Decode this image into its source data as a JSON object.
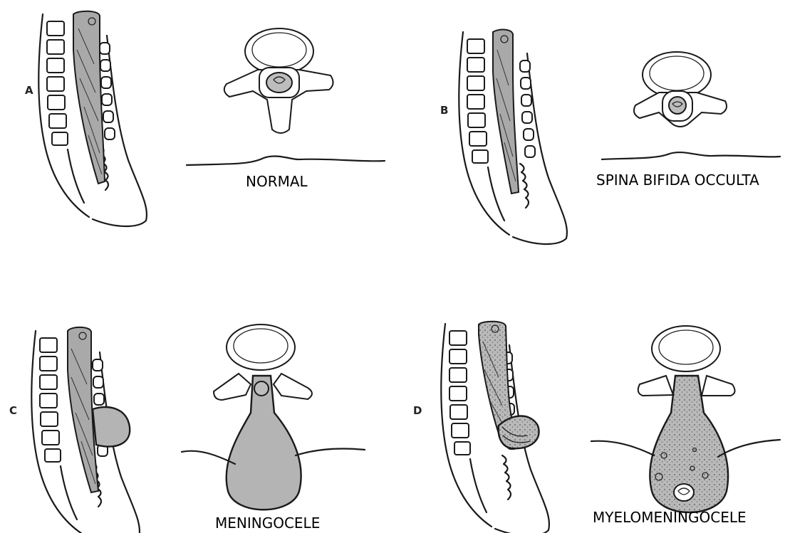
{
  "panels": [
    {
      "letter": "A",
      "caption": "NORMAL"
    },
    {
      "letter": "B",
      "caption": "SPINA BIFIDA OCCULTA"
    },
    {
      "letter": "C",
      "caption": "MENINGOCELE"
    },
    {
      "letter": "D",
      "caption": "MYELOMENINGOCELE"
    }
  ]
}
